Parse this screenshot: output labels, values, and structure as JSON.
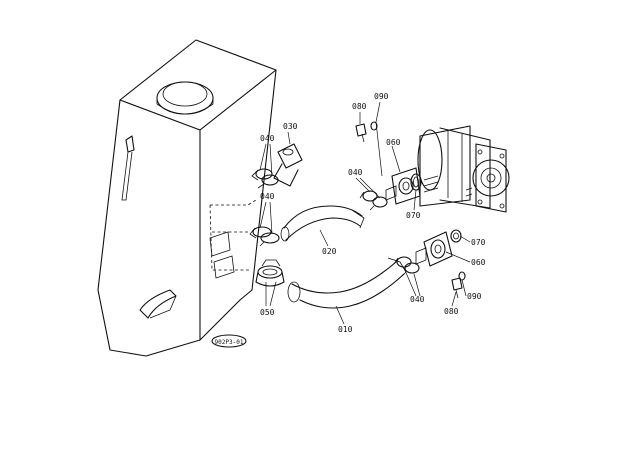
{
  "parts": {
    "p010": "010",
    "p020": "020",
    "p030": "030",
    "p040a": "040",
    "p040b": "040",
    "p040c": "040",
    "p040d": "040",
    "p050": "050",
    "p060a": "060",
    "p060b": "060",
    "p070a": "070",
    "p070b": "070",
    "p080a": "080",
    "p080b": "080",
    "p090a": "090",
    "p090b": "090"
  },
  "figure_code": "902P3-01"
}
